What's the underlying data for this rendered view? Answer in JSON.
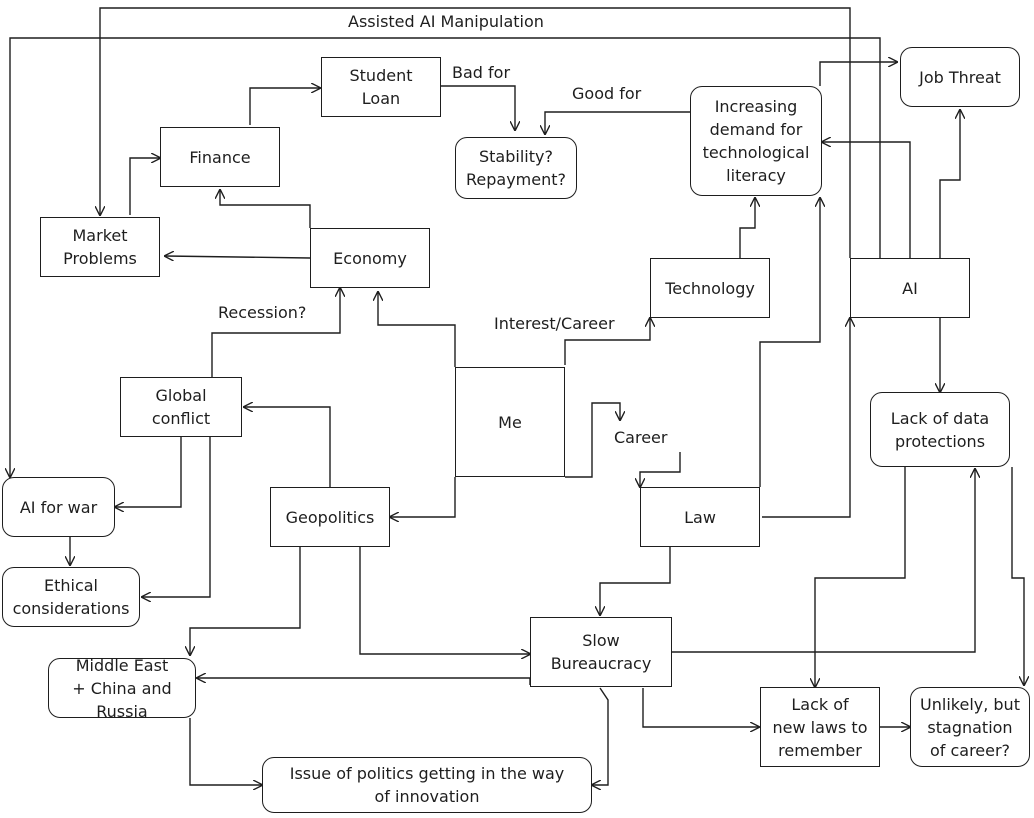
{
  "nodes": {
    "job_threat": "Job Threat",
    "student_loan": "Student\nLoan",
    "finance": "Finance",
    "stability": "Stability?\nRepayment?",
    "tech_literacy": "Increasing\ndemand for\ntechnological\nliteracy",
    "market_problems": "Market\nProblems",
    "economy": "Economy",
    "technology": "Technology",
    "ai": "AI",
    "global_conflict": "Global\nconflict",
    "me": "Me",
    "lack_data": "Lack of data\nprotections",
    "ai_for_war": "AI for war",
    "geopolitics": "Geopolitics",
    "law": "Law",
    "ethical": "Ethical\nconsiderations",
    "slow_bureaucracy": "Slow\nBureaucracy",
    "middle_east": "Middle East\n+ China and\nRussia",
    "lack_laws": "Lack of\nnew laws to\nremember",
    "stagnation": "Unlikely, but\nstagnation\nof career?",
    "politics_innovation": "Issue of politics getting in the way\nof innovation"
  },
  "labels": {
    "assisted_ai": "Assisted AI Manipulation",
    "bad_for": "Bad for",
    "good_for": "Good for",
    "recession": "Recession?",
    "interest_career": "Interest/Career",
    "career": "Career"
  },
  "colors": {
    "stroke": "#1e1e1e",
    "background": "#ffffff"
  }
}
